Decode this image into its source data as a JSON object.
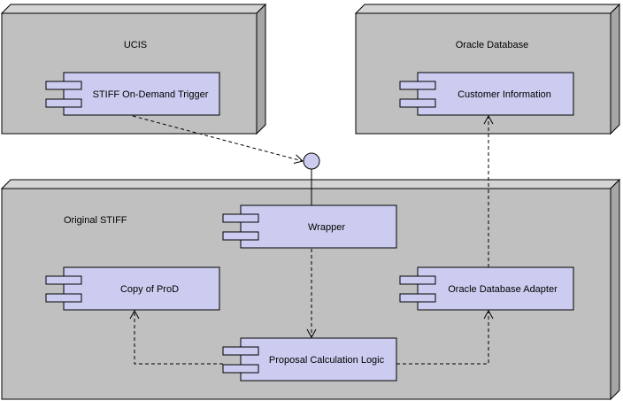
{
  "colors": {
    "node_fill": "#c0c0c0",
    "node_side": "#a6a6a6",
    "node_top": "#d4d4d4",
    "component_fill": "#ccccf0",
    "interface_fill": "#ccccf0",
    "stroke": "#000000"
  },
  "nodes": {
    "ucis": {
      "label": "UCIS"
    },
    "oracle_db": {
      "label": "Oracle Database"
    },
    "original_stiff": {
      "label": "Original STIFF"
    }
  },
  "components": {
    "stiff_trigger": {
      "label": "STIFF On-Demand Trigger"
    },
    "customer_info": {
      "label": "Customer Information"
    },
    "wrapper": {
      "label": "Wrapper"
    },
    "copy_of_prod": {
      "label": "Copy of ProD"
    },
    "oracle_adapter": {
      "label": "Oracle Database Adapter"
    },
    "proposal_logic": {
      "label": "Proposal Calculation Logic"
    }
  }
}
